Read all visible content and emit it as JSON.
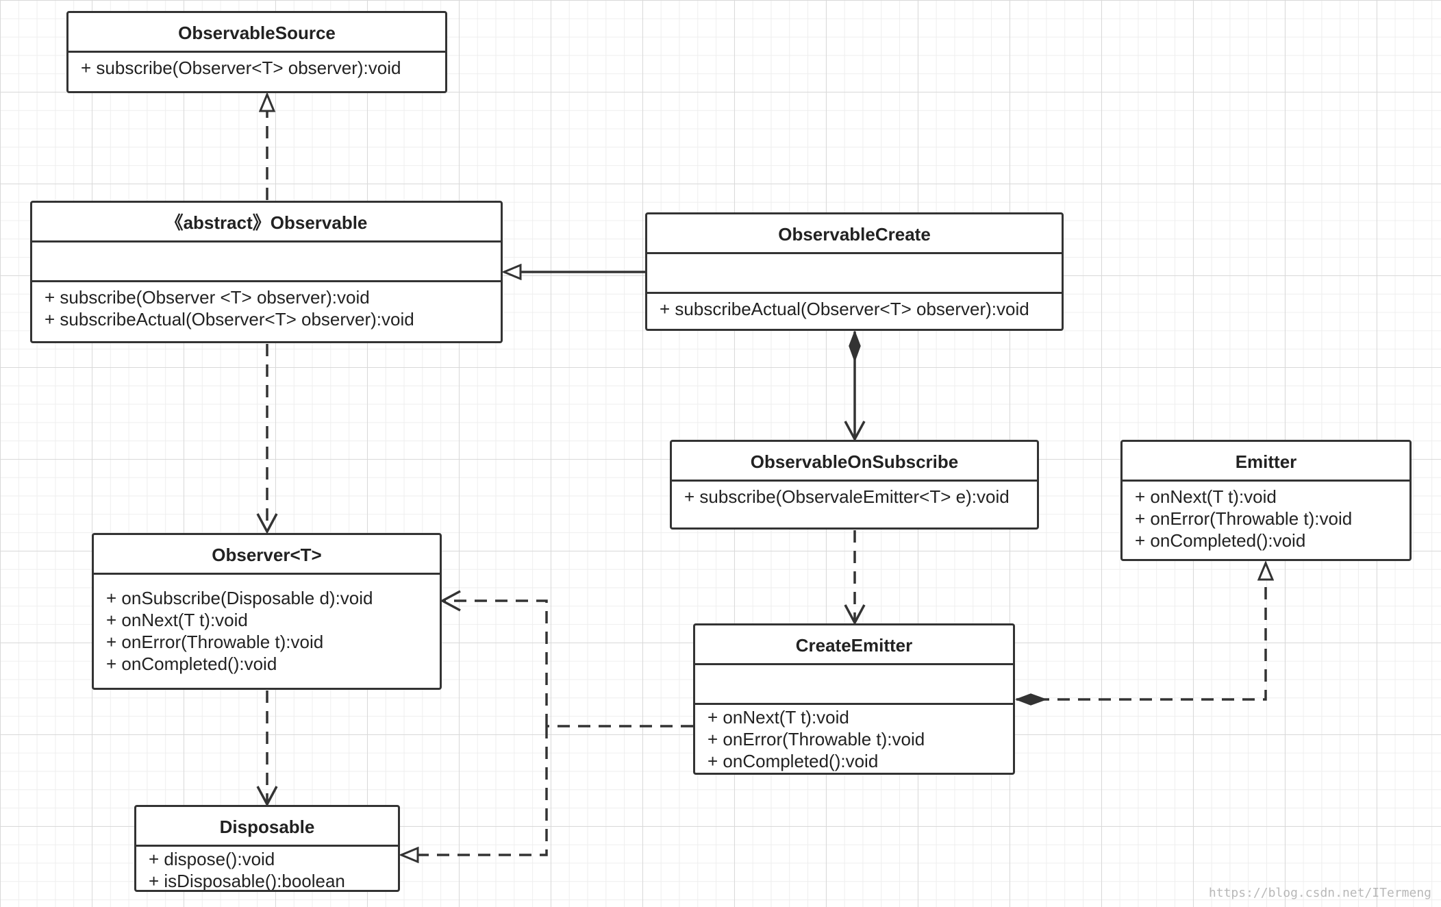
{
  "classes": {
    "observable_source": {
      "title": "ObservableSource",
      "ops": [
        "+ subscribe(Observer<T> observer):void"
      ]
    },
    "observable": {
      "title": "《abstract》Observable",
      "ops": [
        "+ subscribe(Observer <T> observer):void",
        "+ subscribeActual(Observer<T> observer):void"
      ]
    },
    "observable_create": {
      "title": "ObservableCreate",
      "ops": [
        "+ subscribeActual(Observer<T> observer):void"
      ]
    },
    "observable_on_subscribe": {
      "title": "ObservableOnSubscribe",
      "ops": [
        "+ subscribe(ObservaleEmitter<T> e):void"
      ]
    },
    "emitter": {
      "title": "Emitter",
      "ops": [
        "+ onNext(T t):void",
        "+ onError(Throwable t):void",
        "+ onCompleted():void"
      ]
    },
    "observer": {
      "title": "Observer<T>",
      "ops": [
        "+ onSubscribe(Disposable d):void",
        "+ onNext(T t):void",
        "+ onError(Throwable t):void",
        "+ onCompleted():void"
      ]
    },
    "create_emitter": {
      "title": "CreateEmitter",
      "ops": [
        "+ onNext(T t):void",
        "+ onError(Throwable t):void",
        "+ onCompleted():void"
      ]
    },
    "disposable": {
      "title": "Disposable",
      "ops": [
        "+ dispose():void",
        "+ isDisposable():boolean"
      ]
    }
  },
  "watermark": "https://blog.csdn.net/ITermeng",
  "colors": {
    "line": "#333333",
    "border": "#333333",
    "background": "#ffffff"
  }
}
